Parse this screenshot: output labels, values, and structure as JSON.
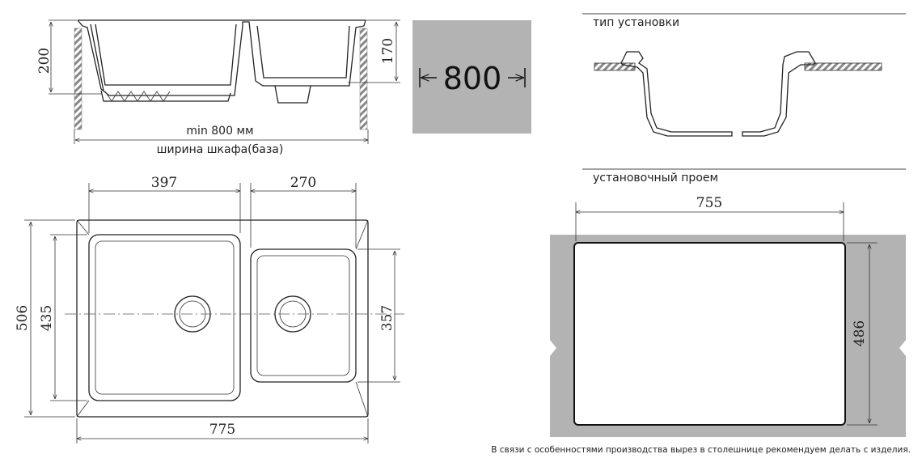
{
  "side_view": {
    "dim_depth_left": "200",
    "dim_depth_right": "170",
    "min_width": "min 800 мм",
    "cabinet_label": "ширина шкафа(база)"
  },
  "cabinet_badge": {
    "value": "800",
    "color": "#b3b3b3"
  },
  "install_type": {
    "title": "тип установки"
  },
  "cutout": {
    "title": "установочный проем",
    "width": "755",
    "height": "486",
    "color": "#b3b3b3"
  },
  "plan_view": {
    "bowl_left_width": "397",
    "bowl_right_width": "270",
    "overall_width": "775",
    "overall_depth": "506",
    "bowl_left_depth": "435",
    "bowl_right_depth": "357"
  },
  "footnote": "В связи с особенностями производства вырез в столешнице рекомендуем делать с изделия."
}
